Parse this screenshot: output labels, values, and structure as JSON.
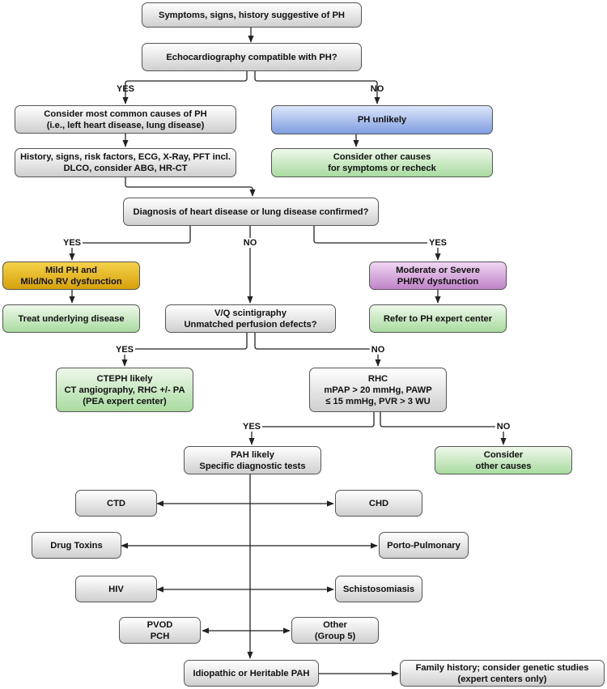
{
  "colors": {
    "gray": "#cfcfcf",
    "green": "#a9dba0",
    "blue": "#7f9de0",
    "yellow": "#d6a10c",
    "purple": "#c083c8",
    "line": "#222222"
  },
  "nodes": {
    "symptoms": {
      "lines": [
        "Symptoms, signs, history suggestive of PH"
      ]
    },
    "echo": {
      "lines": [
        "Echocardiography compatible with PH?"
      ]
    },
    "common_causes": {
      "lines": [
        "Consider most common causes of PH",
        "(i.e., left heart disease, lung disease)"
      ]
    },
    "ph_unlikely": {
      "lines": [
        "PH unlikely"
      ]
    },
    "history": {
      "lines": [
        "History, signs, risk factors, ECG, X-Ray, PFT incl.",
        "DLCO, consider ABG, HR-CT"
      ]
    },
    "other_causes_1": {
      "lines": [
        "Consider other causes",
        "for symptoms or recheck"
      ]
    },
    "diagnosis": {
      "lines": [
        "Diagnosis of heart disease or lung disease confirmed?"
      ]
    },
    "mild_ph": {
      "lines": [
        "Mild PH and",
        "Mild/No RV dysfunction"
      ]
    },
    "moderate_ph": {
      "lines": [
        "Moderate or Severe",
        "PH/RV dysfunction"
      ]
    },
    "treat": {
      "lines": [
        "Treat underlying disease"
      ]
    },
    "vq": {
      "lines": [
        "V/Q scintigraphy",
        "Unmatched perfusion defects?"
      ]
    },
    "refer": {
      "lines": [
        "Refer to PH expert center"
      ]
    },
    "cteph": {
      "lines": [
        "CTEPH likely",
        "CT angiography, RHC +/- PA",
        "(PEA expert center)"
      ]
    },
    "rhc": {
      "lines": [
        "RHC",
        "mPAP > 20 mmHg, PAWP",
        "≤ 15 mmHg, PVR > 3 WU"
      ]
    },
    "pah": {
      "lines": [
        "PAH likely",
        "Specific diagnostic tests"
      ]
    },
    "consider_other": {
      "lines": [
        "Consider",
        "other causes"
      ]
    },
    "ctd": {
      "lines": [
        "CTD"
      ]
    },
    "chd": {
      "lines": [
        "CHD"
      ]
    },
    "drug": {
      "lines": [
        "Drug Toxins"
      ]
    },
    "porto": {
      "lines": [
        "Porto-Pulmonary"
      ]
    },
    "hiv": {
      "lines": [
        "HIV"
      ]
    },
    "schisto": {
      "lines": [
        "Schistosomiasis"
      ]
    },
    "pvod": {
      "lines": [
        "PVOD",
        "PCH"
      ]
    },
    "other5": {
      "lines": [
        "Other",
        "(Group 5)"
      ]
    },
    "idiopathic": {
      "lines": [
        "Idiopathic or Heritable PAH"
      ]
    },
    "family": {
      "lines": [
        "Family history; consider genetic studies",
        "(expert centers only)"
      ]
    }
  },
  "edge_labels": {
    "echo_yes": "YES",
    "echo_no": "NO",
    "diag_yes_left": "YES",
    "diag_no": "NO",
    "diag_yes_right": "YES",
    "vq_yes": "YES",
    "vq_no": "NO",
    "rhc_yes": "YES",
    "rhc_no": "NO"
  }
}
